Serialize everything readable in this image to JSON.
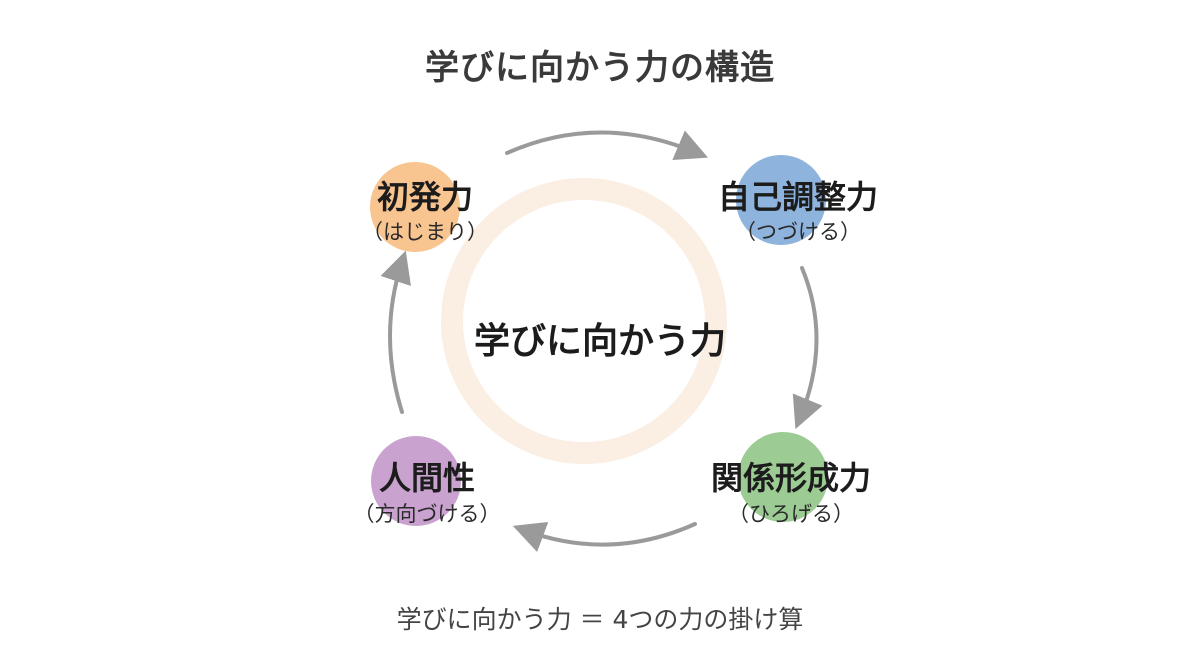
{
  "title": "学びに向かう力の構造",
  "center": "学びに向かう力",
  "nodes": [
    {
      "label": "初発力",
      "sub": "（はじまり）",
      "color": "#f8c48f"
    },
    {
      "label": "自己調整力",
      "sub": "（つづける）",
      "color": "#8eb3dd"
    },
    {
      "label": "関係形成力",
      "sub": "（ひろげる）",
      "color": "#9ccb93"
    },
    {
      "label": "人間性",
      "sub": "（方向づける）",
      "color": "#c9a2cf"
    }
  ],
  "footer": "学びに向かう力 ＝ 4つの力の掛け算",
  "colors": {
    "ring": "#fbeee3",
    "arrow": "#9a9a9a"
  }
}
